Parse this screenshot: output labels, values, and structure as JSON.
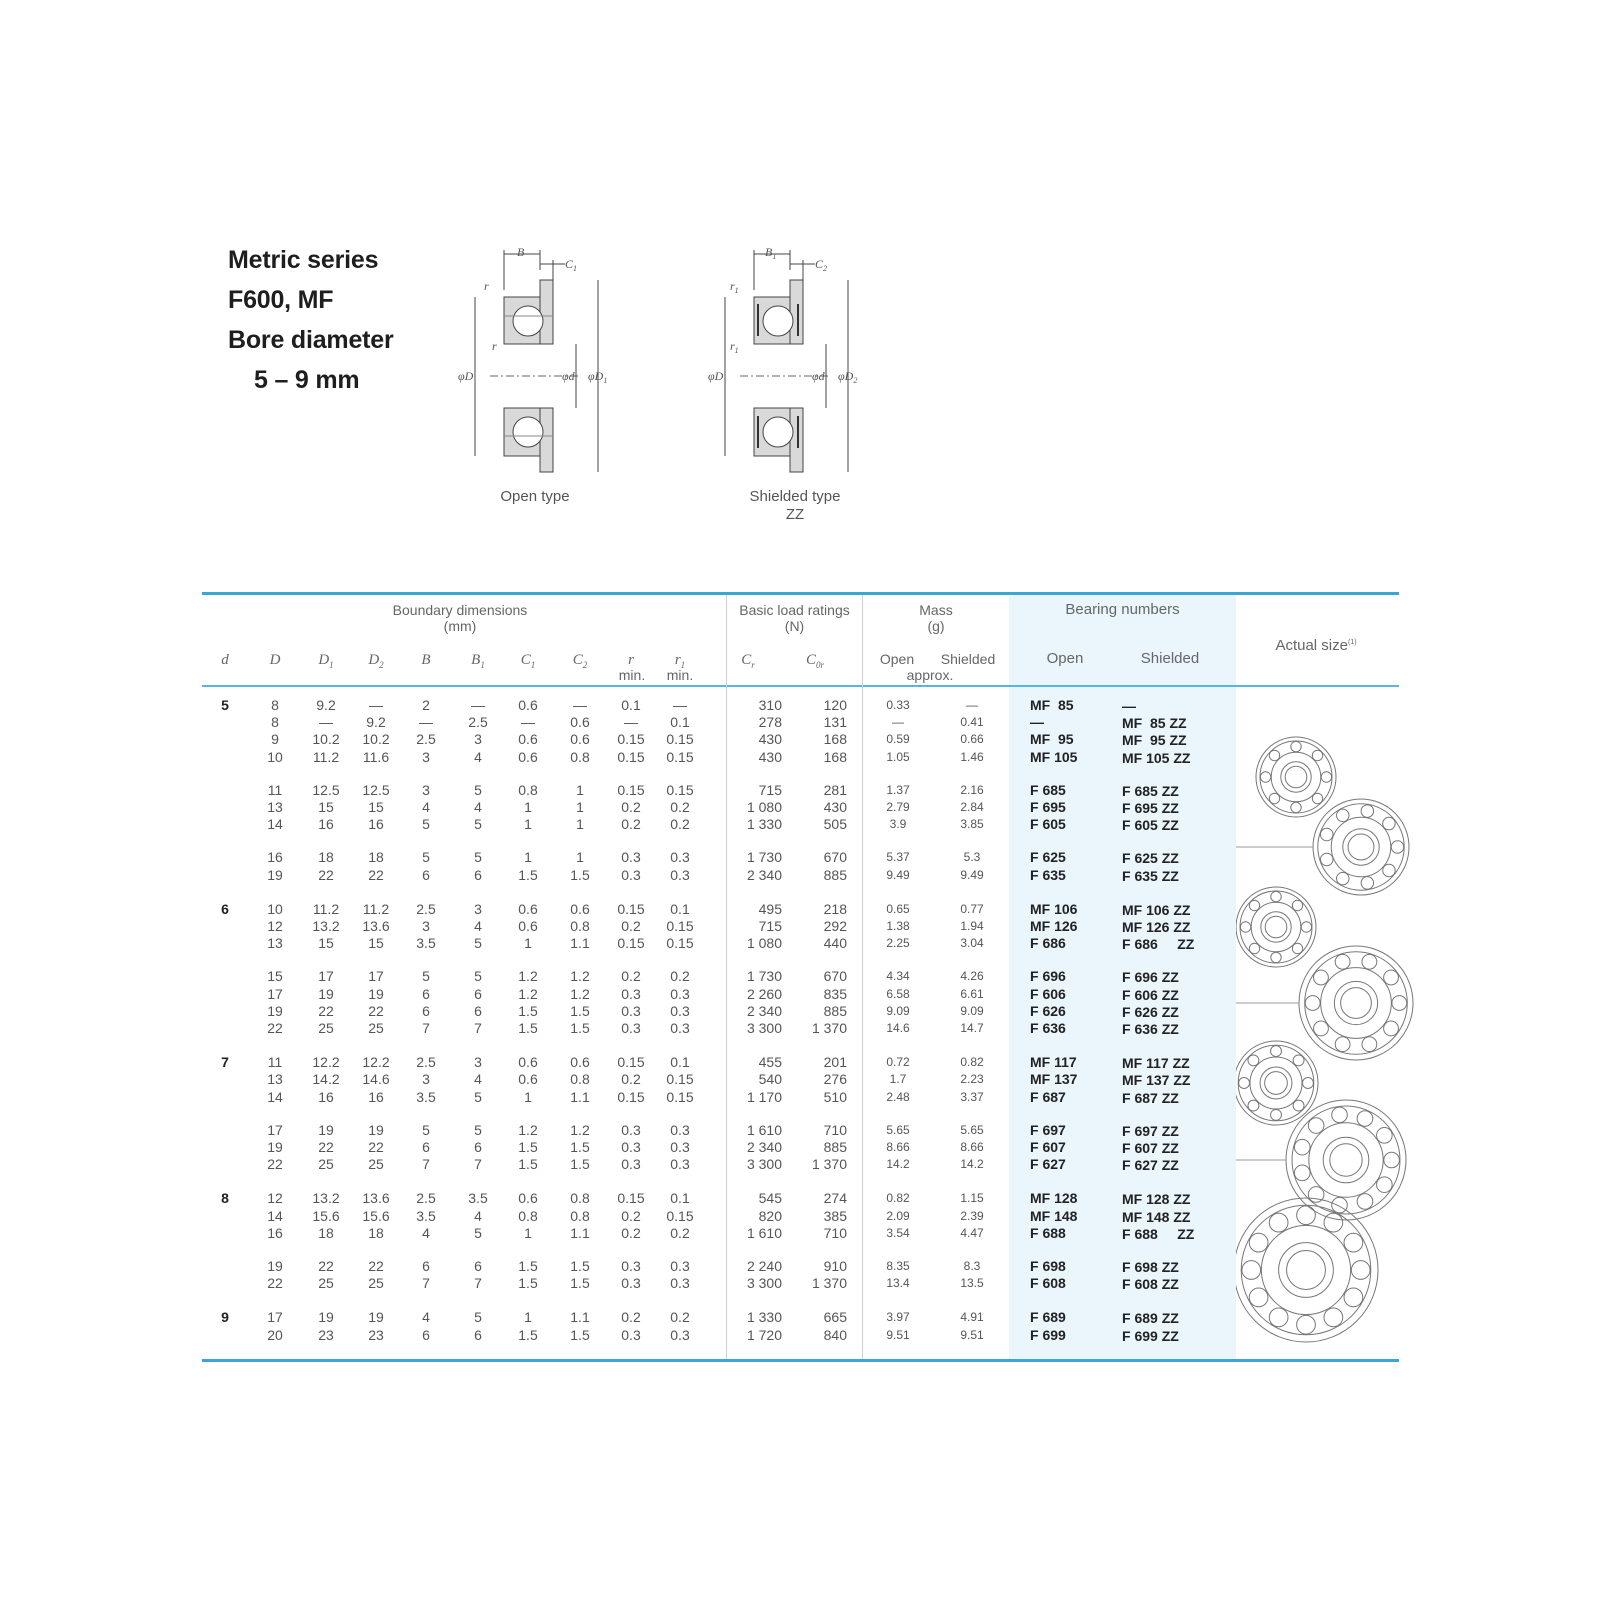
{
  "title": {
    "line1": "Metric series",
    "line2": "F600, MF",
    "line3": "Bore diameter",
    "line4": "5 – 9 mm"
  },
  "diagrams": {
    "open_caption": "Open type",
    "shielded_caption": "Shielded type",
    "shielded_caption2": "ZZ",
    "open_labels": {
      "B": "B",
      "C1": "C",
      "C1_sub": "1",
      "r": "r",
      "D": "φD",
      "d": "φd",
      "D1": "φD",
      "D1_sub": "1"
    },
    "shielded_labels": {
      "B1": "B",
      "B1_sub": "1",
      "C2": "C",
      "C2_sub": "2",
      "r1": "r",
      "r1_sub": "1",
      "D": "φD",
      "d": "φd",
      "D2": "φD",
      "D2_sub": "2"
    }
  },
  "table": {
    "headers": {
      "boundary": "Boundary dimensions",
      "boundary_unit": "(mm)",
      "load": "Basic load ratings",
      "load_unit": "(N)",
      "mass": "Mass",
      "mass_unit": "(g)",
      "mass_open": "Open",
      "mass_shielded": "Shielded",
      "mass_approx": "approx.",
      "bearing": "Bearing numbers",
      "bearing_open": "Open",
      "bearing_shielded": "Shielded",
      "actual": "Actual size",
      "actual_sup": "(1)",
      "min1": "min.",
      "min2": "min."
    },
    "symbols": {
      "d": "d",
      "D": "D",
      "D1": "D",
      "D1_sub": "1",
      "D2": "D",
      "D2_sub": "2",
      "B": "B",
      "B1": "B",
      "B1_sub": "1",
      "C1": "C",
      "C1_sub": "1",
      "C2": "C",
      "C2_sub": "2",
      "r": "r",
      "r1": "r",
      "r1_sub": "1",
      "Cr": "C",
      "Cr_sub": "r",
      "C0r": "C",
      "C0r_sub": "0r"
    },
    "rows": [
      {
        "d": "5",
        "D": "8",
        "D1": "9.2",
        "D2": "—",
        "B": "2",
        "B1": "—",
        "C1": "0.6",
        "C2": "—",
        "r": "0.1",
        "r1": "—",
        "Cr": "310",
        "C0r": "120",
        "mo": "0.33",
        "ms": "—",
        "bo": "MF  85",
        "bs": "—"
      },
      {
        "d": "",
        "D": "8",
        "D1": "—",
        "D2": "9.2",
        "B": "—",
        "B1": "2.5",
        "C1": "—",
        "C2": "0.6",
        "r": "—",
        "r1": "0.1",
        "Cr": "278",
        "C0r": "131",
        "mo": "—",
        "ms": "0.41",
        "bo": "—",
        "bs": "MF  85 ZZ"
      },
      {
        "d": "",
        "D": "9",
        "D1": "10.2",
        "D2": "10.2",
        "B": "2.5",
        "B1": "3",
        "C1": "0.6",
        "C2": "0.6",
        "r": "0.15",
        "r1": "0.15",
        "Cr": "430",
        "C0r": "168",
        "mo": "0.59",
        "ms": "0.66",
        "bo": "MF  95",
        "bs": "MF  95 ZZ"
      },
      {
        "d": "",
        "D": "10",
        "D1": "11.2",
        "D2": "11.6",
        "B": "3",
        "B1": "4",
        "C1": "0.6",
        "C2": "0.8",
        "r": "0.15",
        "r1": "0.15",
        "Cr": "430",
        "C0r": "168",
        "mo": "1.05",
        "ms": "1.46",
        "bo": "MF 105",
        "bs": "MF 105 ZZ"
      },
      {
        "d": "",
        "D": "11",
        "D1": "12.5",
        "D2": "12.5",
        "B": "3",
        "B1": "5",
        "C1": "0.8",
        "C2": "1",
        "r": "0.15",
        "r1": "0.15",
        "Cr": "715",
        "C0r": "281",
        "mo": "1.37",
        "ms": "2.16",
        "bo": "F 685",
        "bs": "F 685 ZZ"
      },
      {
        "d": "",
        "D": "13",
        "D1": "15",
        "D2": "15",
        "B": "4",
        "B1": "4",
        "C1": "1",
        "C2": "1",
        "r": "0.2",
        "r1": "0.2",
        "Cr": "1 080",
        "C0r": "430",
        "mo": "2.79",
        "ms": "2.84",
        "bo": "F 695",
        "bs": "F 695 ZZ"
      },
      {
        "d": "",
        "D": "14",
        "D1": "16",
        "D2": "16",
        "B": "5",
        "B1": "5",
        "C1": "1",
        "C2": "1",
        "r": "0.2",
        "r1": "0.2",
        "Cr": "1 330",
        "C0r": "505",
        "mo": "3.9",
        "ms": "3.85",
        "bo": "F 605",
        "bs": "F 605 ZZ"
      },
      {
        "d": "",
        "D": "16",
        "D1": "18",
        "D2": "18",
        "B": "5",
        "B1": "5",
        "C1": "1",
        "C2": "1",
        "r": "0.3",
        "r1": "0.3",
        "Cr": "1 730",
        "C0r": "670",
        "mo": "5.37",
        "ms": "5.3",
        "bo": "F 625",
        "bs": "F 625 ZZ"
      },
      {
        "d": "",
        "D": "19",
        "D1": "22",
        "D2": "22",
        "B": "6",
        "B1": "6",
        "C1": "1.5",
        "C2": "1.5",
        "r": "0.3",
        "r1": "0.3",
        "Cr": "2 340",
        "C0r": "885",
        "mo": "9.49",
        "ms": "9.49",
        "bo": "F 635",
        "bs": "F 635 ZZ"
      },
      {
        "d": "6",
        "D": "10",
        "D1": "11.2",
        "D2": "11.2",
        "B": "2.5",
        "B1": "3",
        "C1": "0.6",
        "C2": "0.6",
        "r": "0.15",
        "r1": "0.1",
        "Cr": "495",
        "C0r": "218",
        "mo": "0.65",
        "ms": "0.77",
        "bo": "MF 106",
        "bs": "MF 106 ZZ"
      },
      {
        "d": "",
        "D": "12",
        "D1": "13.2",
        "D2": "13.6",
        "B": "3",
        "B1": "4",
        "C1": "0.6",
        "C2": "0.8",
        "r": "0.2",
        "r1": "0.15",
        "Cr": "715",
        "C0r": "292",
        "mo": "1.38",
        "ms": "1.94",
        "bo": "MF 126",
        "bs": "MF 126 ZZ"
      },
      {
        "d": "",
        "D": "13",
        "D1": "15",
        "D2": "15",
        "B": "3.5",
        "B1": "5",
        "C1": "1",
        "C2": "1.1",
        "r": "0.15",
        "r1": "0.15",
        "Cr": "1 080",
        "C0r": "440",
        "mo": "2.25",
        "ms": "3.04",
        "bo": "F 686",
        "bs": "F 686     ZZ"
      },
      {
        "d": "",
        "D": "15",
        "D1": "17",
        "D2": "17",
        "B": "5",
        "B1": "5",
        "C1": "1.2",
        "C2": "1.2",
        "r": "0.2",
        "r1": "0.2",
        "Cr": "1 730",
        "C0r": "670",
        "mo": "4.34",
        "ms": "4.26",
        "bo": "F 696",
        "bs": "F 696 ZZ"
      },
      {
        "d": "",
        "D": "17",
        "D1": "19",
        "D2": "19",
        "B": "6",
        "B1": "6",
        "C1": "1.2",
        "C2": "1.2",
        "r": "0.3",
        "r1": "0.3",
        "Cr": "2 260",
        "C0r": "835",
        "mo": "6.58",
        "ms": "6.61",
        "bo": "F 606",
        "bs": "F 606 ZZ"
      },
      {
        "d": "",
        "D": "19",
        "D1": "22",
        "D2": "22",
        "B": "6",
        "B1": "6",
        "C1": "1.5",
        "C2": "1.5",
        "r": "0.3",
        "r1": "0.3",
        "Cr": "2 340",
        "C0r": "885",
        "mo": "9.09",
        "ms": "9.09",
        "bo": "F 626",
        "bs": "F 626 ZZ"
      },
      {
        "d": "",
        "D": "22",
        "D1": "25",
        "D2": "25",
        "B": "7",
        "B1": "7",
        "C1": "1.5",
        "C2": "1.5",
        "r": "0.3",
        "r1": "0.3",
        "Cr": "3 300",
        "C0r": "1 370",
        "mo": "14.6",
        "ms": "14.7",
        "bo": "F 636",
        "bs": "F 636 ZZ"
      },
      {
        "d": "7",
        "D": "11",
        "D1": "12.2",
        "D2": "12.2",
        "B": "2.5",
        "B1": "3",
        "C1": "0.6",
        "C2": "0.6",
        "r": "0.15",
        "r1": "0.1",
        "Cr": "455",
        "C0r": "201",
        "mo": "0.72",
        "ms": "0.82",
        "bo": "MF 117",
        "bs": "MF 117 ZZ"
      },
      {
        "d": "",
        "D": "13",
        "D1": "14.2",
        "D2": "14.6",
        "B": "3",
        "B1": "4",
        "C1": "0.6",
        "C2": "0.8",
        "r": "0.2",
        "r1": "0.15",
        "Cr": "540",
        "C0r": "276",
        "mo": "1.7",
        "ms": "2.23",
        "bo": "MF 137",
        "bs": "MF 137 ZZ"
      },
      {
        "d": "",
        "D": "14",
        "D1": "16",
        "D2": "16",
        "B": "3.5",
        "B1": "5",
        "C1": "1",
        "C2": "1.1",
        "r": "0.15",
        "r1": "0.15",
        "Cr": "1 170",
        "C0r": "510",
        "mo": "2.48",
        "ms": "3.37",
        "bo": "F 687",
        "bs": "F 687 ZZ"
      },
      {
        "d": "",
        "D": "17",
        "D1": "19",
        "D2": "19",
        "B": "5",
        "B1": "5",
        "C1": "1.2",
        "C2": "1.2",
        "r": "0.3",
        "r1": "0.3",
        "Cr": "1 610",
        "C0r": "710",
        "mo": "5.65",
        "ms": "5.65",
        "bo": "F 697",
        "bs": "F 697 ZZ"
      },
      {
        "d": "",
        "D": "19",
        "D1": "22",
        "D2": "22",
        "B": "6",
        "B1": "6",
        "C1": "1.5",
        "C2": "1.5",
        "r": "0.3",
        "r1": "0.3",
        "Cr": "2 340",
        "C0r": "885",
        "mo": "8.66",
        "ms": "8.66",
        "bo": "F 607",
        "bs": "F 607 ZZ"
      },
      {
        "d": "",
        "D": "22",
        "D1": "25",
        "D2": "25",
        "B": "7",
        "B1": "7",
        "C1": "1.5",
        "C2": "1.5",
        "r": "0.3",
        "r1": "0.3",
        "Cr": "3 300",
        "C0r": "1 370",
        "mo": "14.2",
        "ms": "14.2",
        "bo": "F 627",
        "bs": "F 627 ZZ"
      },
      {
        "d": "8",
        "D": "12",
        "D1": "13.2",
        "D2": "13.6",
        "B": "2.5",
        "B1": "3.5",
        "C1": "0.6",
        "C2": "0.8",
        "r": "0.15",
        "r1": "0.1",
        "Cr": "545",
        "C0r": "274",
        "mo": "0.82",
        "ms": "1.15",
        "bo": "MF 128",
        "bs": "MF 128 ZZ"
      },
      {
        "d": "",
        "D": "14",
        "D1": "15.6",
        "D2": "15.6",
        "B": "3.5",
        "B1": "4",
        "C1": "0.8",
        "C2": "0.8",
        "r": "0.2",
        "r1": "0.15",
        "Cr": "820",
        "C0r": "385",
        "mo": "2.09",
        "ms": "2.39",
        "bo": "MF 148",
        "bs": "MF 148 ZZ"
      },
      {
        "d": "",
        "D": "16",
        "D1": "18",
        "D2": "18",
        "B": "4",
        "B1": "5",
        "C1": "1",
        "C2": "1.1",
        "r": "0.2",
        "r1": "0.2",
        "Cr": "1 610",
        "C0r": "710",
        "mo": "3.54",
        "ms": "4.47",
        "bo": "F 688",
        "bs": "F 688     ZZ"
      },
      {
        "d": "",
        "D": "19",
        "D1": "22",
        "D2": "22",
        "B": "6",
        "B1": "6",
        "C1": "1.5",
        "C2": "1.5",
        "r": "0.3",
        "r1": "0.3",
        "Cr": "2 240",
        "C0r": "910",
        "mo": "8.35",
        "ms": "8.3",
        "bo": "F 698",
        "bs": "F 698 ZZ"
      },
      {
        "d": "",
        "D": "22",
        "D1": "25",
        "D2": "25",
        "B": "7",
        "B1": "7",
        "C1": "1.5",
        "C2": "1.5",
        "r": "0.3",
        "r1": "0.3",
        "Cr": "3 300",
        "C0r": "1 370",
        "mo": "13.4",
        "ms": "13.5",
        "bo": "F 608",
        "bs": "F 608 ZZ"
      },
      {
        "d": "9",
        "D": "17",
        "D1": "19",
        "D2": "19",
        "B": "4",
        "B1": "5",
        "C1": "1",
        "C2": "1.1",
        "r": "0.2",
        "r1": "0.2",
        "Cr": "1 330",
        "C0r": "665",
        "mo": "3.97",
        "ms": "4.91",
        "bo": "F 689",
        "bs": "F 689 ZZ"
      },
      {
        "d": "",
        "D": "20",
        "D1": "23",
        "D2": "23",
        "B": "6",
        "B1": "6",
        "C1": "1.5",
        "C2": "1.5",
        "r": "0.3",
        "r1": "0.3",
        "Cr": "1 720",
        "C0r": "840",
        "mo": "9.51",
        "ms": "9.51",
        "bo": "F 699",
        "bs": "F 699 ZZ"
      }
    ]
  }
}
